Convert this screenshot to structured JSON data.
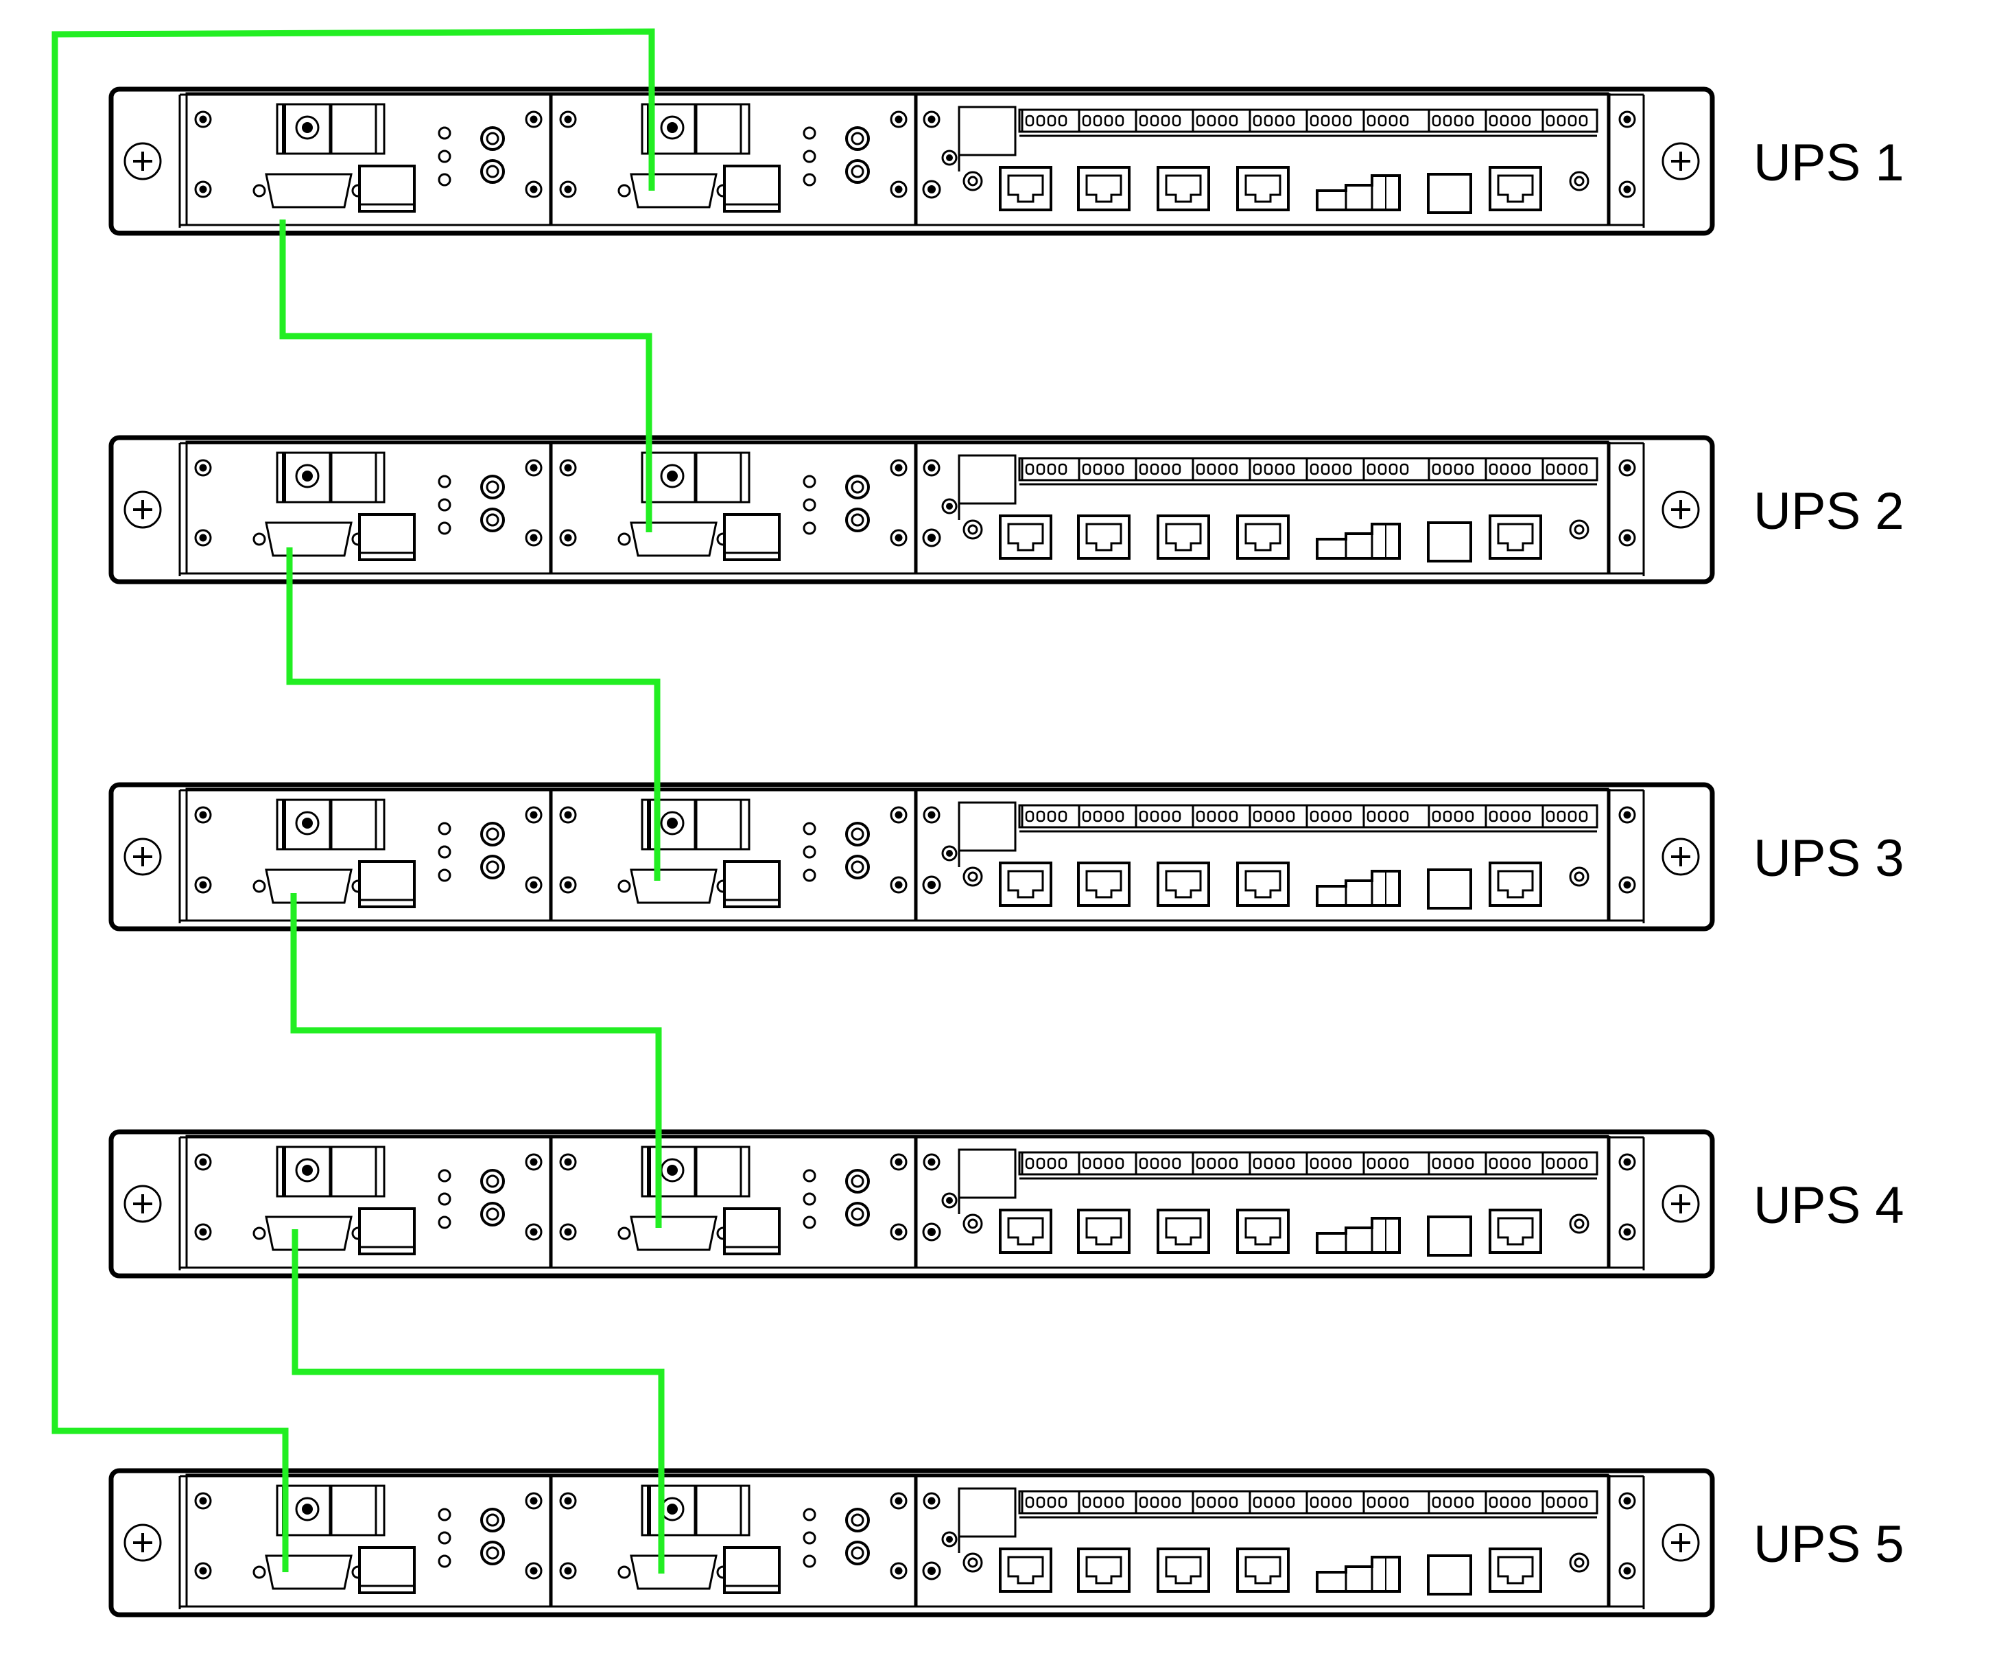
{
  "diagram": {
    "units": [
      {
        "label": "UPS 1"
      },
      {
        "label": "UPS 2"
      },
      {
        "label": "UPS 3"
      },
      {
        "label": "UPS 4"
      },
      {
        "label": "UPS 5"
      }
    ],
    "cable_color": "#22ee22",
    "line_color": "#000000",
    "background_color": "#ffffff"
  }
}
